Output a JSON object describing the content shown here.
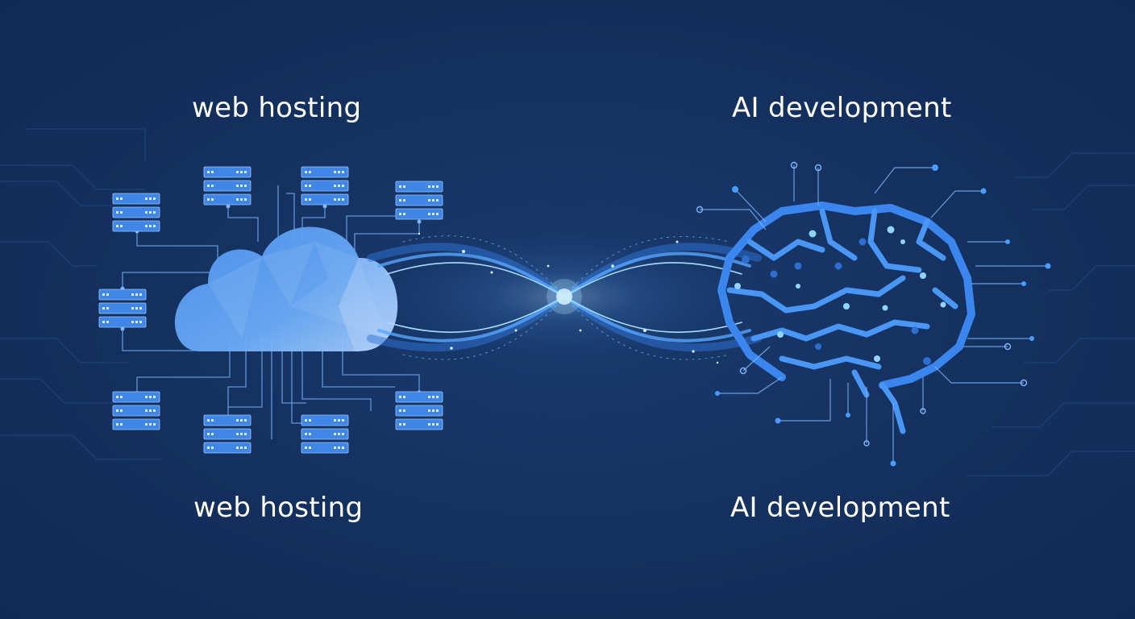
{
  "labels": {
    "top_left": "web hosting",
    "bottom_left": "web hosting",
    "top_right": "AI development",
    "bottom_right": "AI development"
  },
  "colors": {
    "background": "#14305e",
    "accent": "#3d8ff0",
    "glow": "#8fd4ff",
    "cloud": "#5aa2f5"
  },
  "icons": [
    "cloud-icon",
    "server-rack-icon",
    "brain-circuit-icon",
    "infinity-light-icon"
  ]
}
